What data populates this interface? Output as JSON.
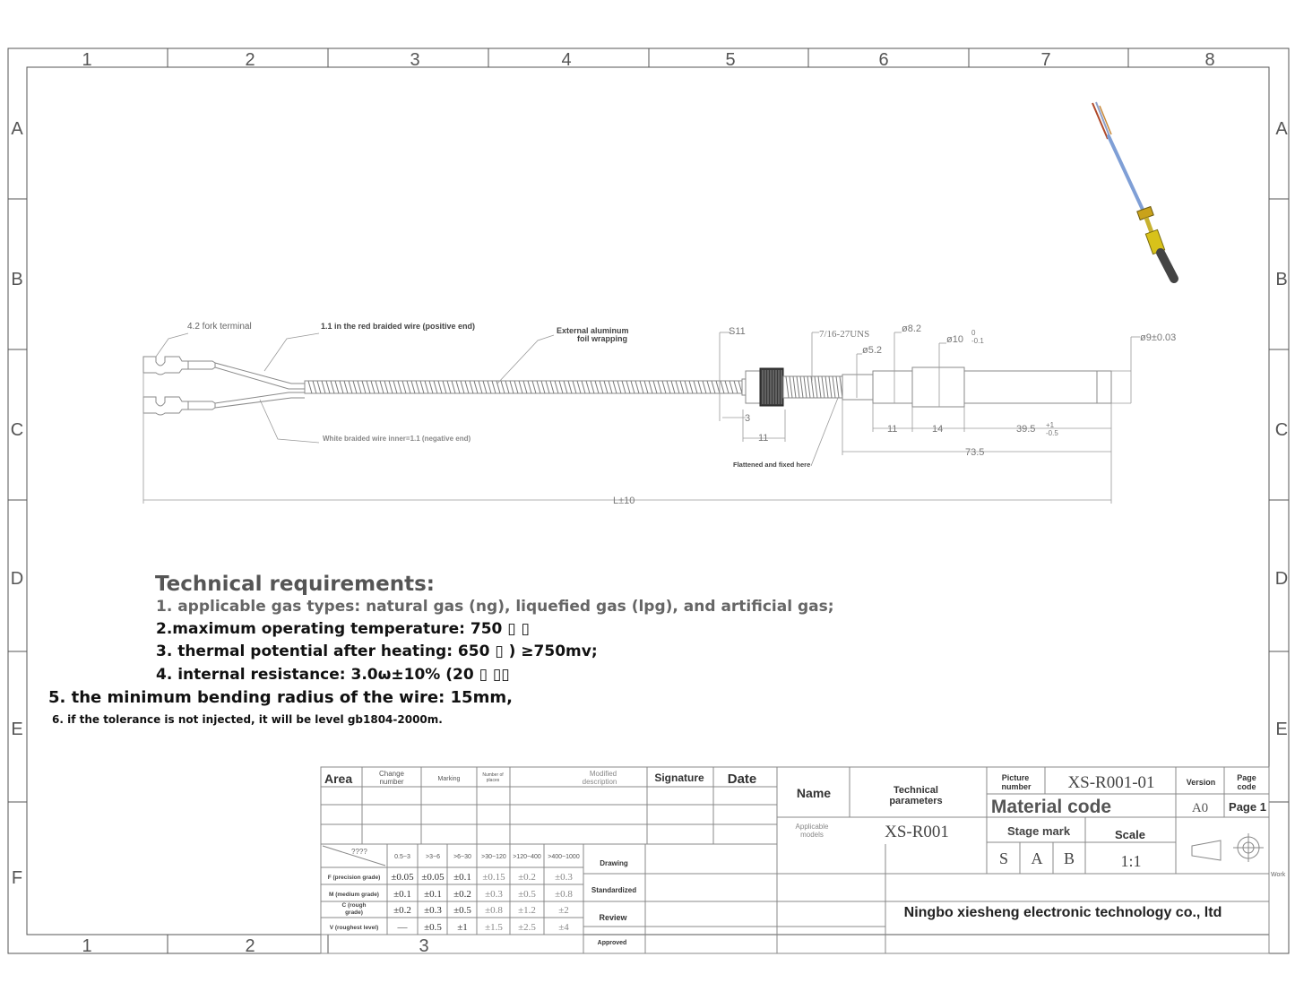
{
  "frame": {
    "columns": [
      "1",
      "2",
      "3",
      "4",
      "5",
      "6",
      "7",
      "8"
    ],
    "bottom_columns": [
      "1",
      "2",
      "3"
    ],
    "rows": [
      "A",
      "B",
      "C",
      "D",
      "E",
      "F"
    ]
  },
  "drawing": {
    "callouts": {
      "fork_terminal": "4.2 fork terminal",
      "red_wire": "1.1 in the red braided wire (positive end)",
      "foil_line1": "External aluminum",
      "foil_line2": "foil wrapping",
      "white_wire": "White braided wire inner=1.1 (negative end)",
      "flattened": "Flattened and fixed here"
    },
    "dimensions": {
      "hex": "S11",
      "thread": "7/16-27UNS",
      "d52": "ø5.2",
      "d82": "ø8.2",
      "d10": "ø10",
      "d10_tol_up": "0",
      "d10_tol_down": "-0.1",
      "d9": "ø9±0.03",
      "three": "3",
      "eleven_nut": "11",
      "eleven": "11",
      "fourteen": "14",
      "len395": "39.5",
      "len395_up": "+1",
      "len395_down": "-0.5",
      "len735": "73.5",
      "total": "L±10"
    }
  },
  "requirements": {
    "title": "Technical requirements:",
    "items": [
      "1. applicable gas types: natural gas (ng), liquefied gas (lpg), and artificial gas;",
      "2.maximum operating temperature: 750 ▯ ▯",
      "3. thermal potential after heating: 650 ▯ ) ≥750mv;",
      "4. internal resistance: 3.0ω±10% (20 ▯ ▯▯",
      "5. the minimum bending radius of the wire: 15mm,",
      "6. if the tolerance is not injected, it will be level gb1804-2000m."
    ]
  },
  "title_block": {
    "revision_headers": {
      "area": "Area",
      "change_number": [
        "Change",
        "number"
      ],
      "marking": "Marking",
      "number_of_places": [
        "Number of",
        "places"
      ],
      "modified_description": [
        "Modified",
        "description"
      ],
      "signature": "Signature",
      "date": "Date"
    },
    "tolerance": {
      "corner": "????",
      "ranges": [
        "0.5~3",
        ">3~6",
        ">6~30",
        ">30~120",
        ">120~400",
        ">400~1000"
      ],
      "grades": [
        {
          "label": [
            "F (precision grade)"
          ],
          "values": [
            "±0.05",
            "±0.05",
            "±0.1",
            "±0.15",
            "±0.2",
            "±0.3"
          ]
        },
        {
          "label": [
            "M (medium grade)"
          ],
          "values": [
            "±0.1",
            "±0.1",
            "±0.2",
            "±0.3",
            "±0.5",
            "±0.8"
          ]
        },
        {
          "label": [
            "C (rough",
            "grade)"
          ],
          "values": [
            "±0.2",
            "±0.3",
            "±0.5",
            "±0.8",
            "±1.2",
            "±2"
          ]
        },
        {
          "label": [
            "V (roughest level)"
          ],
          "values": [
            "—",
            "±0.5",
            "±1",
            "±1.5",
            "±2.5",
            "±4"
          ]
        }
      ]
    },
    "roles": [
      "Drawing",
      "Standardized",
      "Review",
      "Approved"
    ],
    "name_label": "Name",
    "technical_parameters": [
      "Technical",
      "parameters"
    ],
    "picture_number_label": [
      "Picture",
      "number"
    ],
    "picture_number": "XS-R001-01",
    "version_label": "Version",
    "page_code_label": [
      "Page",
      "code"
    ],
    "material_code": "Material code",
    "version": "A0",
    "page": "Page 1",
    "applicable_models_label": [
      "Applicable",
      "models"
    ],
    "applicable_models": "XS-R001",
    "stage_mark_label": "Stage mark",
    "scale_label": "Scale",
    "stages": [
      "S",
      "A",
      "B"
    ],
    "scale": "1:1",
    "company": "Ningbo xiesheng electronic technology co., ltd",
    "work_mark": "Work"
  },
  "colors": {
    "line": "#8a8a8a",
    "frame": "#555555",
    "dimension": "#7a7a7a",
    "probe_yellow": "#d8c21a",
    "probe_black": "#444444",
    "cable_blue": "#7f9fd6"
  }
}
